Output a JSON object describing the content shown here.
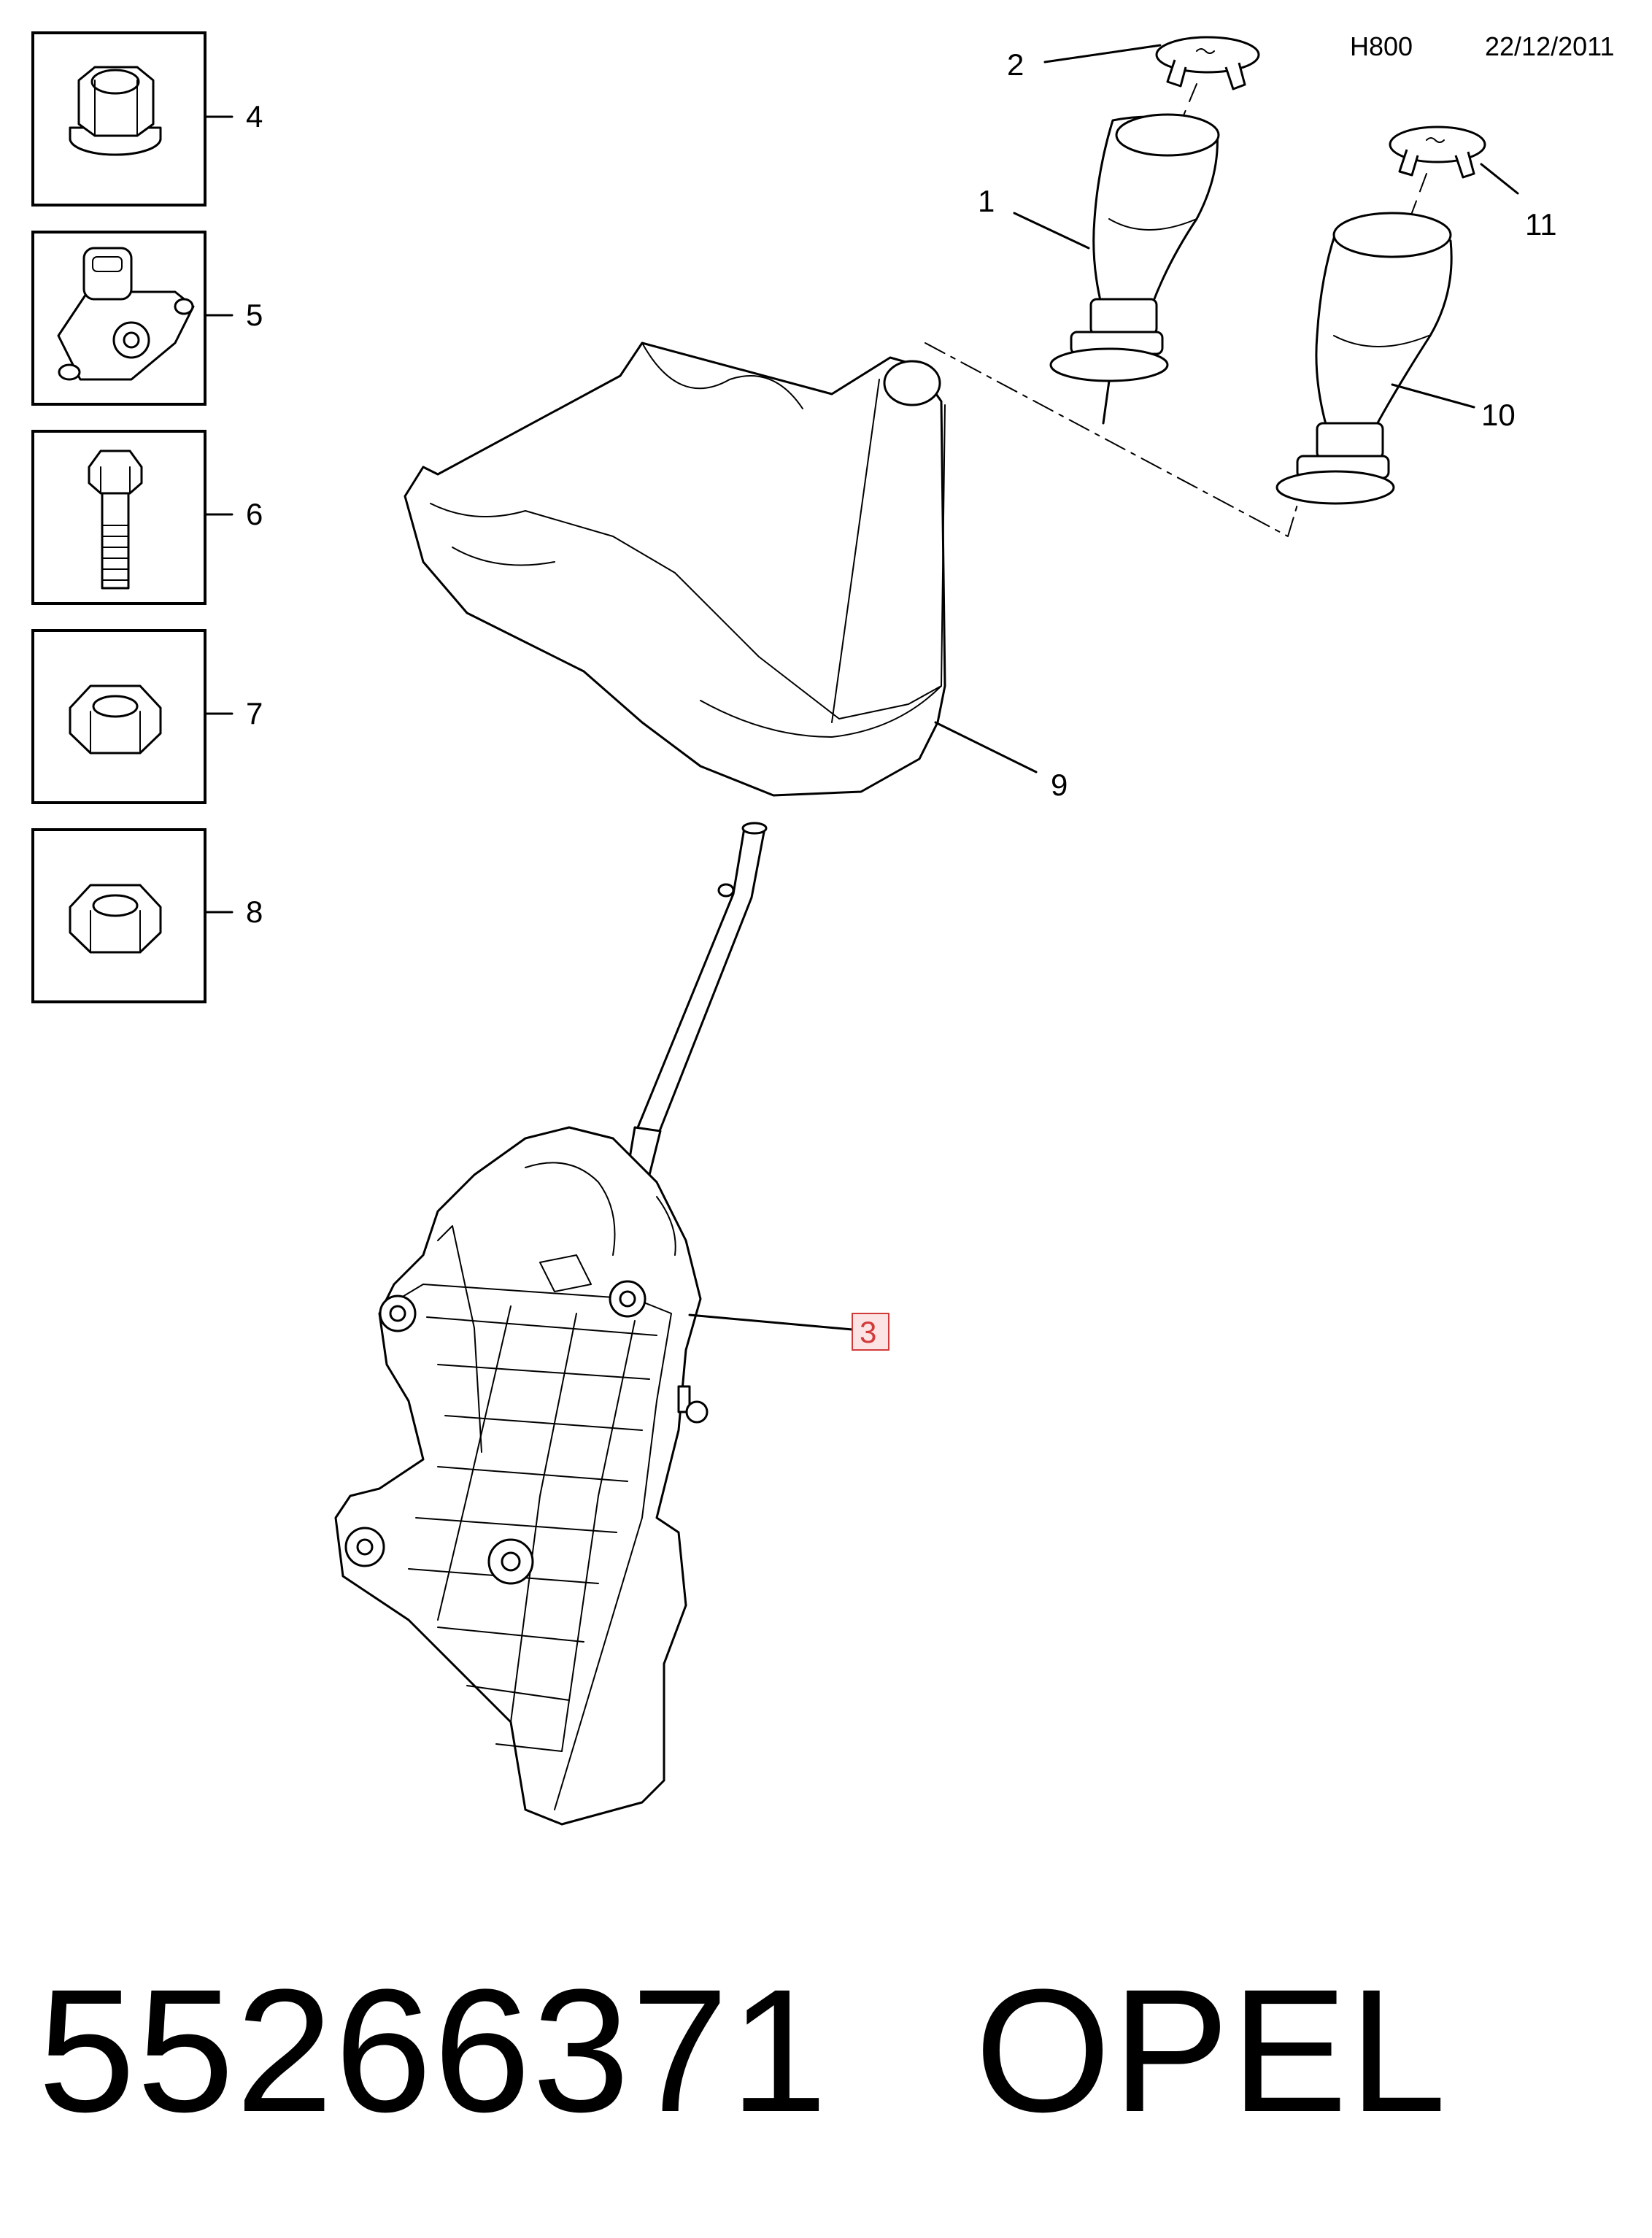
{
  "header": {
    "code": "H800",
    "date": "22/12/2011"
  },
  "callouts": {
    "c1": "1",
    "c2": "2",
    "c3": "3",
    "c4": "4",
    "c5": "5",
    "c6": "6",
    "c7": "7",
    "c8": "8",
    "c9": "9",
    "c10": "10",
    "c11": "11"
  },
  "footer": {
    "part_number": "55266371",
    "brand": "OPEL"
  },
  "highlight": {
    "part": "3",
    "color": "#d23a3a"
  }
}
